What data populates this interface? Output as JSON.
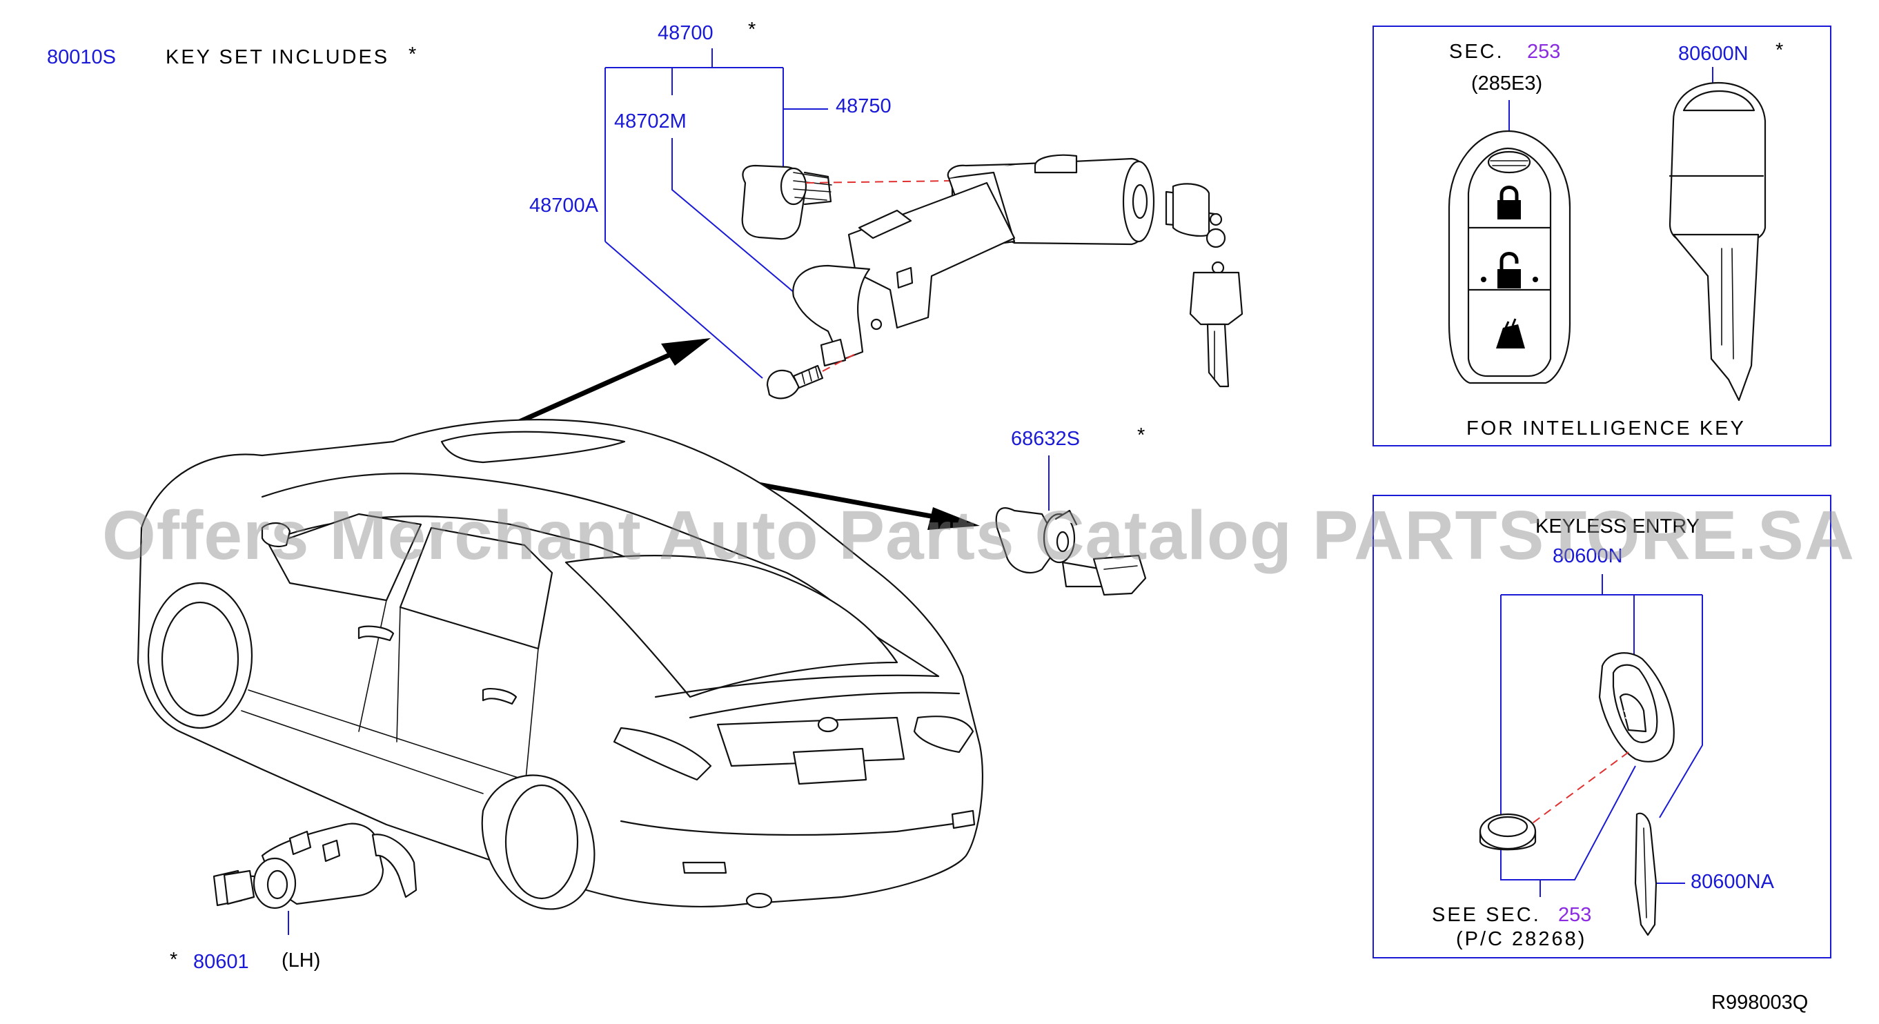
{
  "diagram_ref": "R998003Q",
  "watermark": "Offers Merchant Auto Parts Catalog PARTSTORE.SA",
  "key_set": {
    "part_number": "80010S",
    "label": "KEY SET INCLUDES",
    "mark": "*"
  },
  "ignition": {
    "assembly": {
      "part_number": "48700",
      "mark": "*"
    },
    "knob": {
      "part_number": "48750"
    },
    "bracket": {
      "part_number": "48702M"
    },
    "screw": {
      "part_number": "48700A"
    }
  },
  "glove_box_lock": {
    "part_number": "68632S",
    "mark": "*"
  },
  "door_lock": {
    "part_number": "80601",
    "side": "(LH)",
    "mark": "*"
  },
  "intelligence_box": {
    "sec_prefix": "SEC.",
    "sec_number": "253",
    "sec_code": "(285E3)",
    "key_part": "80600N",
    "key_mark": "*",
    "caption": "FOR INTELLIGENCE KEY"
  },
  "keyless_box": {
    "title": "KEYLESS ENTRY",
    "key_part": "80600N",
    "blade_part": "80600NA",
    "see_prefix": "SEE SEC.",
    "sec_number": "253",
    "pc_code": "(P/C 28268)"
  }
}
